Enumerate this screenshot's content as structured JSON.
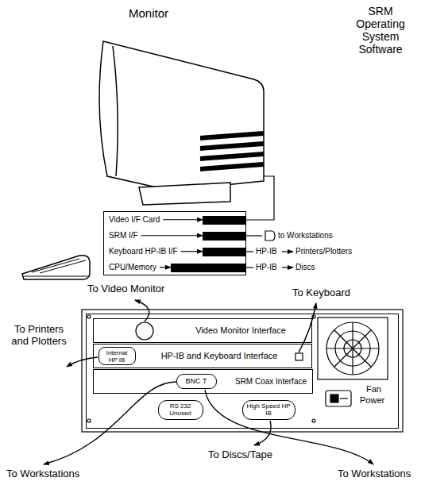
{
  "diagram": {
    "nodes": [
      {
        "text": [
          "Video I/F Card",
          "SRM I/F",
          "Keyboard HP-IB I/F",
          "CPU/Memory"
        ]
      },
      {
        "text": [
          "Fan",
          "Power"
        ]
      },
      {
        "text": [
          "Video Monitor Interface"
        ],
        "in": 1
      },
      {
        "text": [
          "HP-IB and Keyboard Interface"
        ],
        "in": 1
      },
      {
        "text": [
          "Internal HP IB"
        ],
        "in": 3
      },
      {
        "text": [
          "SRM Coax Interface"
        ],
        "in": 1
      },
      {
        "text": [
          "BNC T"
        ],
        "in": 5
      },
      {
        "text": [
          "RS 232 Unused"
        ],
        "in": 1
      },
      {
        "text": [
          "High Speed HP IB"
        ],
        "in": 1
      }
    ],
    "labels": [
      "Monitor",
      "SRM Operating System Software",
      "to Workstations",
      "HP-IB",
      "Printers/Plotters",
      "HP-IB",
      "Discs",
      "To Video Monitor",
      "To Keyboard",
      "To Printers and Plotters",
      "To Discs/Tape",
      "To Workstations",
      "To Workstations"
    ]
  }
}
